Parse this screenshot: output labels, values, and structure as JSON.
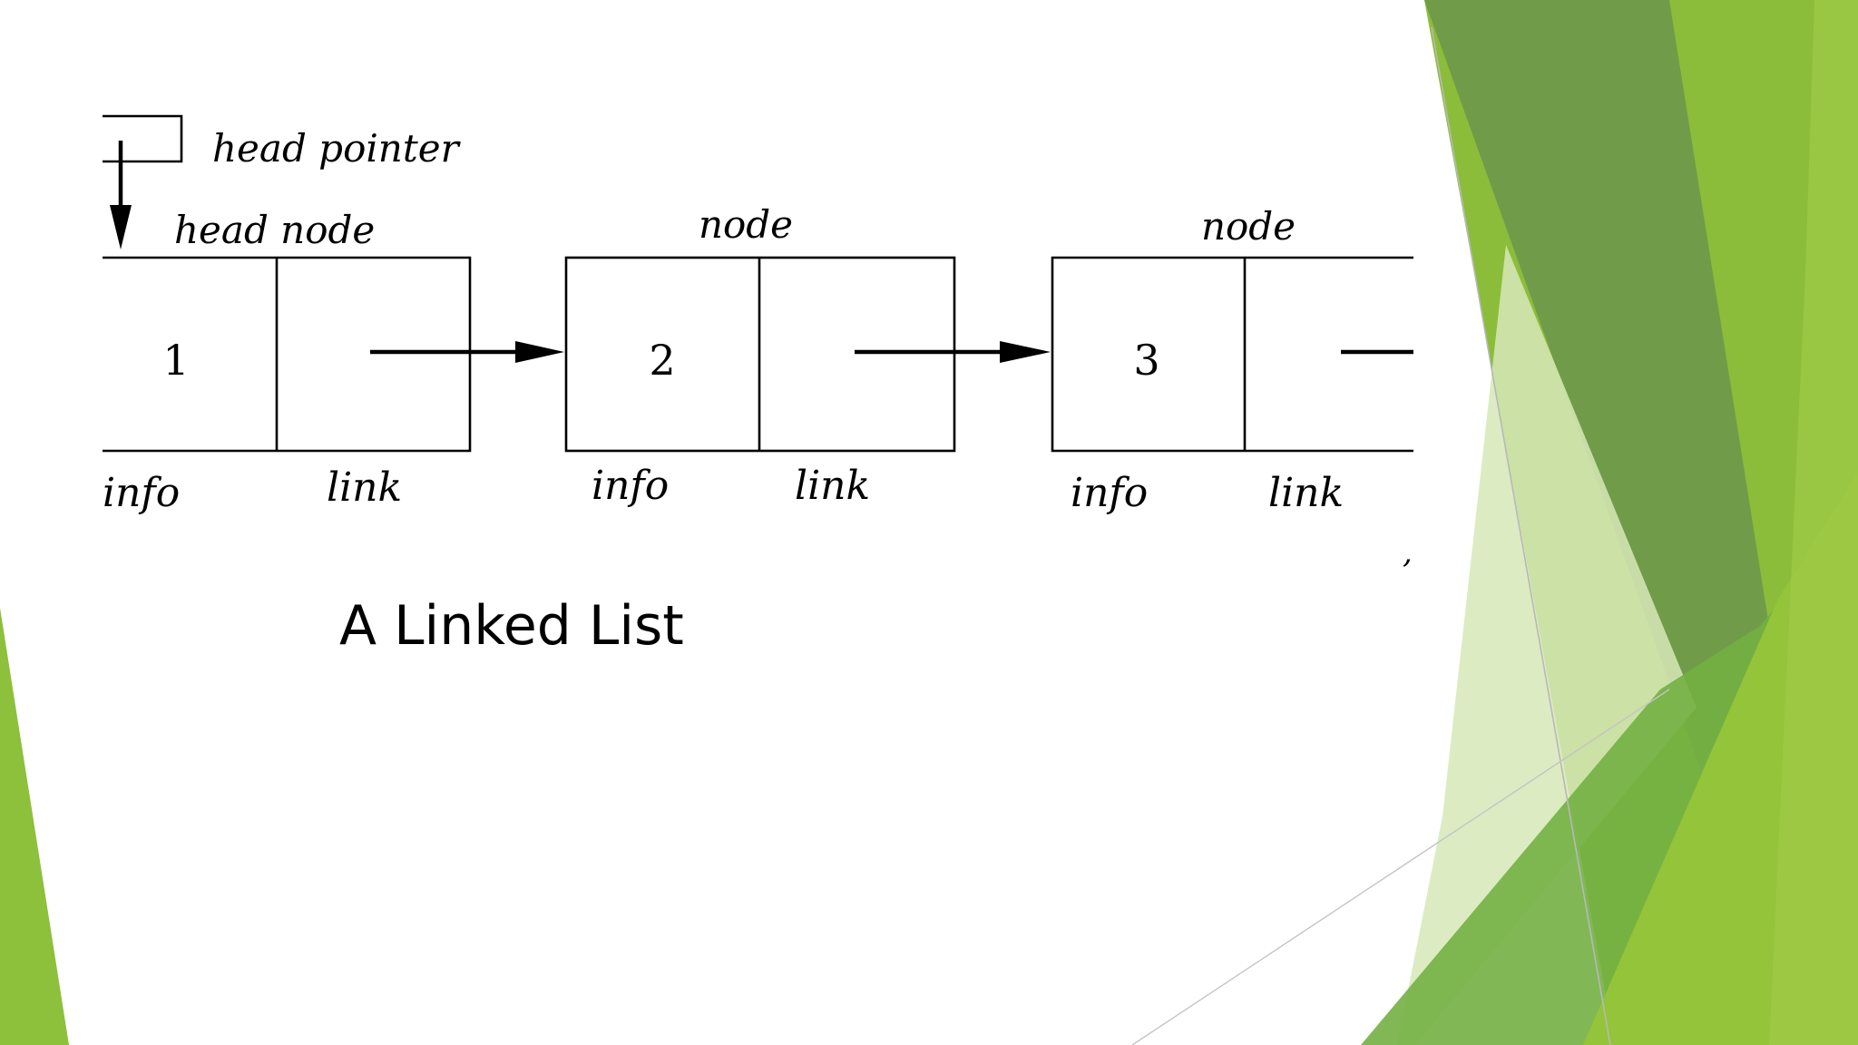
{
  "diagram": {
    "head_pointer_label": "head pointer",
    "head_node_label": "head node",
    "nodes": [
      {
        "value": "1",
        "title": "head node",
        "info_label": "info",
        "link_label": "link"
      },
      {
        "value": "2",
        "title": "node",
        "info_label": "info",
        "link_label": "link"
      },
      {
        "value": "3",
        "title": "node",
        "info_label": "info",
        "link_label": "link"
      }
    ],
    "stray_mark": ",",
    "caption": "A Linked List"
  },
  "theme": {
    "background": "#ffffff",
    "accent_greens": [
      "#8dbf3a",
      "#5d8f3a",
      "#9ed14a",
      "#cfe3a8",
      "#6aaa3d"
    ]
  }
}
